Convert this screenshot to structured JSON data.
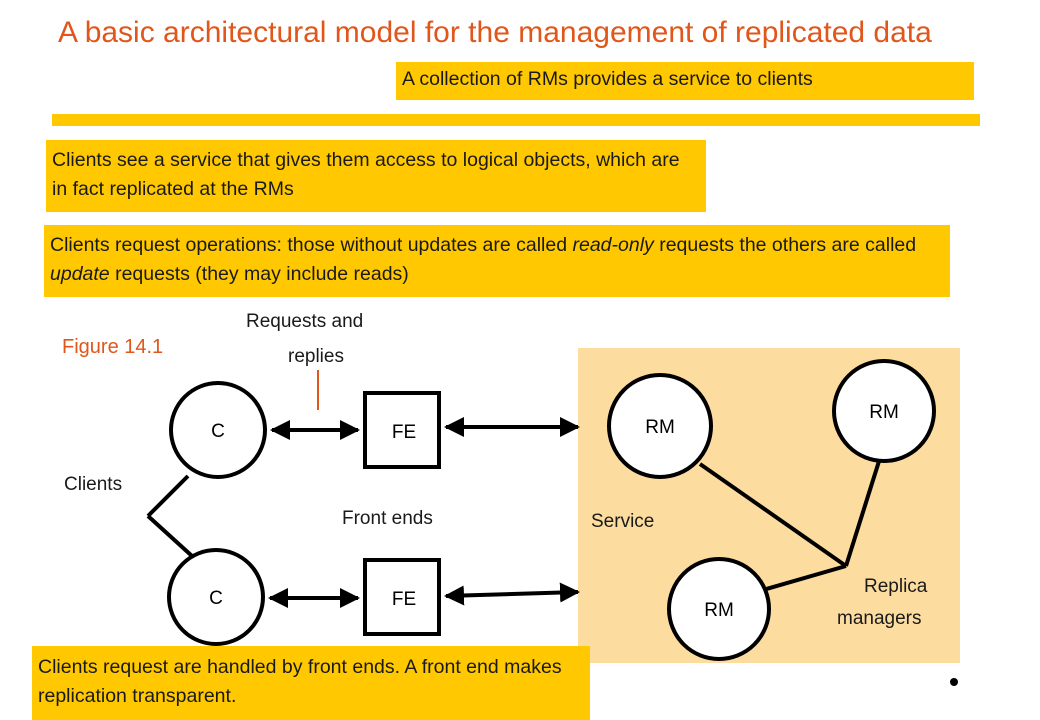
{
  "title": "A basic architectural model for the management of replicated data",
  "callouts": {
    "service": "A collection of RMs provides a service to clients",
    "logical": "Clients see a service that gives them access to logical objects, which are in  fact replicated at the RMs",
    "operations_pre": "Clients request operations: those without updates are called ",
    "operations_readonly": "read-only",
    "operations_mid": " requests the others are called ",
    "operations_update": "update",
    "operations_post": " requests (they may include reads)",
    "front_ends": "Clients request are handled by front ends. A front end makes replication transparent."
  },
  "figure": {
    "label": "Figure 14.1",
    "requests_line1": "Requests and",
    "requests_line2": "replies",
    "clients": "Clients",
    "front_ends": "Front ends",
    "service": "Service",
    "replica_line1": "Replica",
    "replica_line2": "managers",
    "client_node": "C",
    "fe_node": "FE",
    "rm_node": "RM"
  },
  "colors": {
    "accent": "#e0561b",
    "callout": "#ffc800",
    "service_bg": "#fddc9f"
  }
}
